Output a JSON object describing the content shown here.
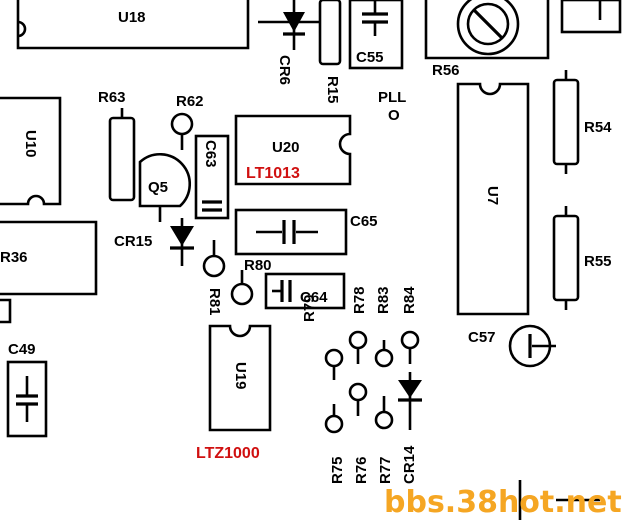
{
  "labels": {
    "u18": "U18",
    "u10": "U10",
    "u20": "U20",
    "u7": "U7",
    "u19": "U19",
    "r36": "R36",
    "r63": "R63",
    "r62": "R62",
    "c63": "C63",
    "q5": "Q5",
    "cr15": "CR15",
    "cr6": "CR6",
    "r15": "R15",
    "c55": "C55",
    "pll": "PLL",
    "pll_o": "O",
    "r56": "R56",
    "r54": "R54",
    "r55": "R55",
    "c65": "C65",
    "r80": "R80",
    "r81": "R81",
    "c64": "C64",
    "r79": "R79",
    "r78": "R78",
    "r83": "R83",
    "r84": "R84",
    "c57": "C57",
    "c49": "C49",
    "r75": "R75",
    "r76": "R76",
    "r77": "R77",
    "cr14": "CR14"
  },
  "annotations": {
    "lt1013": "LT1013",
    "ltz1000": "LTZ1000"
  },
  "watermark": "bbs.38hot.net",
  "colors": {
    "annotation": "#d01010",
    "watermark": "#f5a623"
  }
}
